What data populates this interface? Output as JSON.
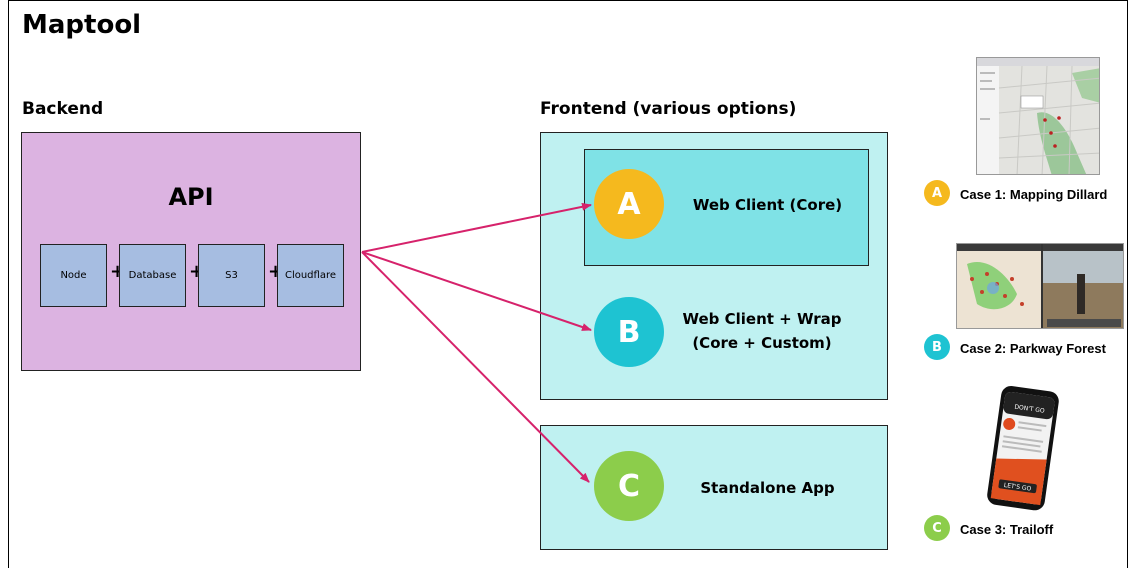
{
  "title": "Maptool",
  "backend": {
    "label": "Backend",
    "api_label": "API",
    "components": [
      "Node",
      "Database",
      "S3",
      "Cloudflare"
    ],
    "plus": "+"
  },
  "frontend": {
    "label": "Frontend (various options)",
    "options": [
      {
        "letter": "A",
        "label": "Web Client (Core)",
        "color": "#f5b91e"
      },
      {
        "letter": "B",
        "label_line1": "Web Client + Wrap",
        "label_line2": "(Core + Custom)",
        "color": "#1ec3d2"
      },
      {
        "letter": "C",
        "label": "Standalone App",
        "color": "#8ccd4b"
      }
    ]
  },
  "cases": [
    {
      "letter": "A",
      "label": "Case 1: Mapping Dillard",
      "color": "#f5b91e"
    },
    {
      "letter": "B",
      "label": "Case 2: Parkway Forest",
      "color": "#1ec3d2"
    },
    {
      "letter": "C",
      "label": "Case 3: Trailoff",
      "color": "#8ccd4b"
    }
  ],
  "phone_screen_text": {
    "top": "DON'T GO",
    "button": "LET'S GO"
  },
  "arrow_color": "#d6226b"
}
